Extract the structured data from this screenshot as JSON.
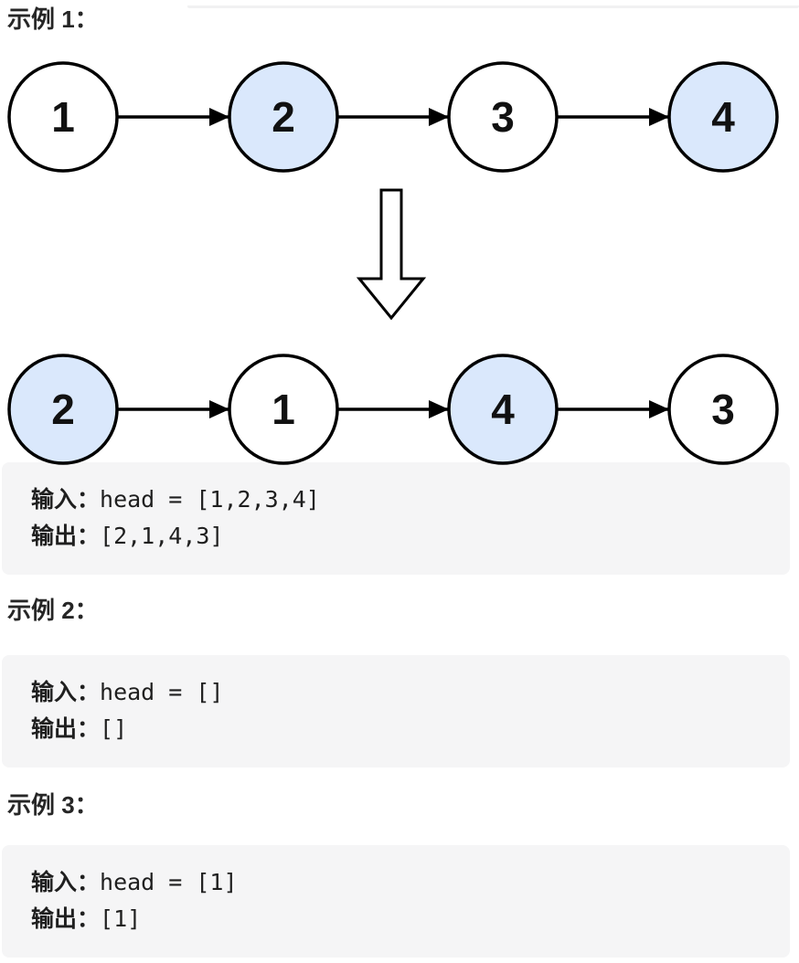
{
  "top_strip": {
    "color": "#f1f1f2"
  },
  "colors": {
    "heading_text": "#262626",
    "code_block_bg": "#f5f5f6",
    "code_text": "#1f1f1f"
  },
  "examples": [
    {
      "label": "示例 1：",
      "io": {
        "input_label": "输入：",
        "input_code": "head = [1,2,3,4]",
        "output_label": "输出：",
        "output_code": "[2,1,4,3]"
      }
    },
    {
      "label": "示例 2：",
      "io": {
        "input_label": "输入：",
        "input_code": "head = []",
        "output_label": "输出：",
        "output_code": "[]"
      }
    },
    {
      "label": "示例 3：",
      "io": {
        "input_label": "输入：",
        "input_code": "head = [1]",
        "output_label": "输出：",
        "output_code": "[1]"
      }
    }
  ],
  "diagram": {
    "colors": {
      "highlight_fill": "#dae8fc",
      "node_fill": "#ffffff",
      "stroke": "#000000"
    },
    "rows": [
      {
        "name": "before",
        "nodes": [
          {
            "value": "1",
            "highlighted": false
          },
          {
            "value": "2",
            "highlighted": true
          },
          {
            "value": "3",
            "highlighted": false
          },
          {
            "value": "4",
            "highlighted": true
          }
        ]
      },
      {
        "name": "after",
        "nodes": [
          {
            "value": "2",
            "highlighted": true
          },
          {
            "value": "1",
            "highlighted": false
          },
          {
            "value": "4",
            "highlighted": true
          },
          {
            "value": "3",
            "highlighted": false
          }
        ]
      }
    ]
  }
}
